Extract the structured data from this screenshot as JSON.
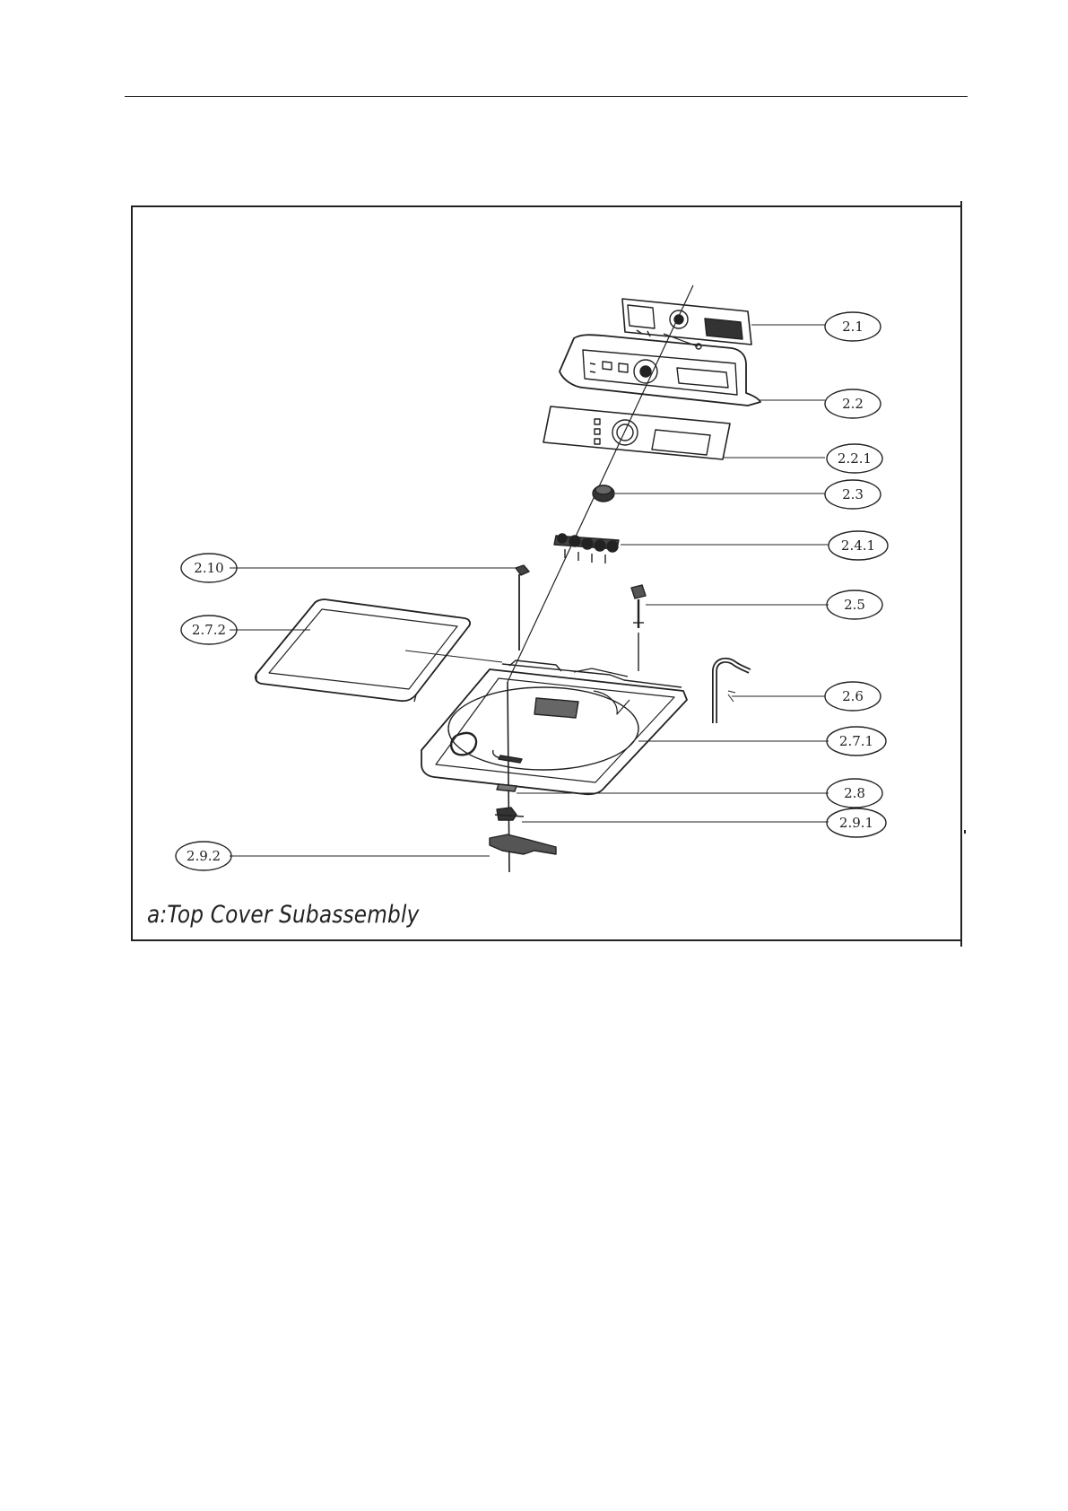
{
  "caption": "a:Top Cover Subassembly",
  "callouts": [
    {
      "label": "2.1",
      "part": "control-board"
    },
    {
      "label": "2.2",
      "part": "control-panel-housing"
    },
    {
      "label": "2.2.1",
      "part": "panel-decal"
    },
    {
      "label": "2.3",
      "part": "program-knob"
    },
    {
      "label": "2.4.1",
      "part": "button-set"
    },
    {
      "label": "2.5",
      "part": "water-level-sensor"
    },
    {
      "label": "2.6",
      "part": "hose-pipe"
    },
    {
      "label": "2.7.1",
      "part": "top-cover"
    },
    {
      "label": "2.7.2",
      "part": "lid"
    },
    {
      "label": "2.8",
      "part": "lid-switch-cover"
    },
    {
      "label": "2.9.1",
      "part": "lid-switch"
    },
    {
      "label": "2.9.2",
      "part": "lid-switch-bracket"
    },
    {
      "label": "2.10",
      "part": "lock-pin"
    }
  ]
}
